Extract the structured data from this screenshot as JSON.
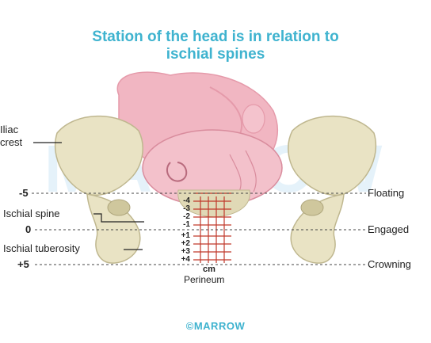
{
  "title": {
    "line1": "Station of the head is in relation to",
    "line2": "ischial spines"
  },
  "left_labels": {
    "iliac_crest_line1": "Iliac",
    "iliac_crest_line2": "crest",
    "ischial_spine": "Ischial spine",
    "ischial_tuberosity": "Ischial tuberosity"
  },
  "stations": {
    "minus5": "-5",
    "zero": "0",
    "plus5": "+5"
  },
  "right_labels": {
    "floating": "Floating",
    "engaged": "Engaged",
    "crowning": "Crowning"
  },
  "scale": {
    "ticks": [
      "-4",
      "-3",
      "-2",
      "-1",
      "+1",
      "+2",
      "+3",
      "+4"
    ],
    "unit": "cm",
    "perineum": "Perineum"
  },
  "watermark": "MARROW",
  "footer": "©MARROW",
  "colors": {
    "title": "#3fb3cf",
    "bone": "#e9e3c4",
    "bone_shadow": "#cfc79d",
    "fetus": "#f1b6c2",
    "scale_red": "#c0392b"
  }
}
